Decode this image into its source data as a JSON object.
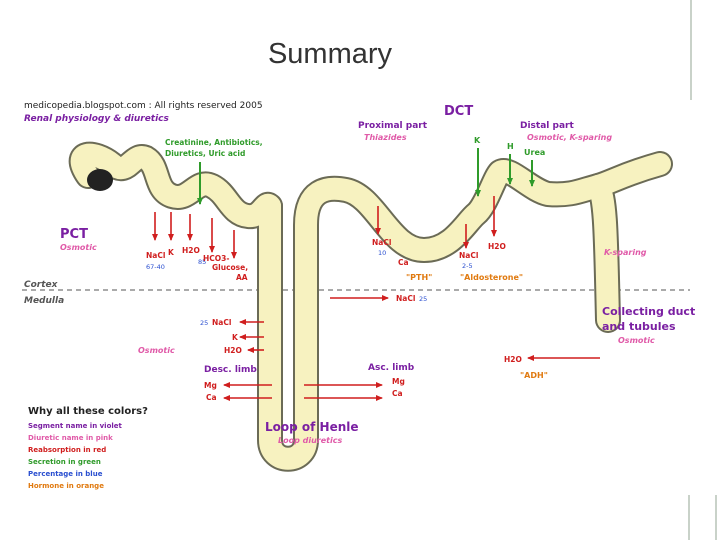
{
  "slide": {
    "title": "Summary"
  },
  "header": {
    "source": "medicopedia.blogspot.com  :  All rights reserved 2005",
    "subject": "Renal physiology & diuretics"
  },
  "regions": {
    "cortex": "Cortex",
    "medulla": "Medulla"
  },
  "segments": {
    "pct": "PCT",
    "dct": "DCT",
    "proximal_part": "Proximal part",
    "distal_part": "Distal part",
    "collecting_duct_line1": "Collecting duct",
    "collecting_duct_line2": "and tubules",
    "desc_limb": "Desc. limb",
    "asc_limb": "Asc. limb",
    "loop_of_henle": "Loop of Henle"
  },
  "diuretics": {
    "pct": "Osmotic",
    "proximal_dct": "Thiazides",
    "distal_dct": "Osmotic, K-sparing",
    "k_sparing": "K-sparing",
    "collecting": "Osmotic",
    "medulla": "Osmotic",
    "loop": "Loop diuretics"
  },
  "reabsorption": {
    "pct_nacl": "NaCl",
    "pct_k": "K",
    "pct_h2o": "H2O",
    "pct_hco3": "HCO3-",
    "pct_glucose": "Glucose,",
    "pct_aa": "AA",
    "dct_nacl_1": "NaCl",
    "dct_ca": "Ca",
    "dct_h2o": "H2O",
    "dct_nacl_2": "NaCl",
    "medulla_nacl": "NaCl",
    "desc_nacl": "NaCl",
    "desc_k": "K",
    "desc_h2o": "H2O",
    "desc_mg": "Mg",
    "desc_ca": "Ca",
    "asc_mg": "Mg",
    "asc_ca": "Ca",
    "collect_h2o": "H2O"
  },
  "secretion": {
    "pct": "Creatinine, Antibiotics,",
    "pct_line2": "Diuretics, Uric acid",
    "dct_k": "K",
    "dct_h": "H",
    "dct_urea": "Urea"
  },
  "percentages": {
    "pct_nacl": "67-40",
    "pct_h2o": "85",
    "dct_nacl_1": "10",
    "dct_nacl_2": "2-5",
    "medulla_nacl": "25",
    "desc_nacl": "25"
  },
  "hormones": {
    "pth": "\"PTH\"",
    "aldosterone": "\"Aldosterone\"",
    "adh": "\"ADH\""
  },
  "legend": {
    "title": "Why all these colors?",
    "items": [
      {
        "text": "Segment name in violet",
        "color": "#7a1fa2"
      },
      {
        "text": "Diuretic name in pink",
        "color": "#e05aa8"
      },
      {
        "text": "Reabsorption in red",
        "color": "#d01e1e"
      },
      {
        "text": "Secretion in green",
        "color": "#2f9b2a"
      },
      {
        "text": "Percentage in blue",
        "color": "#2a4fd0"
      },
      {
        "text": "Hormone in orange",
        "color": "#e07a10"
      }
    ]
  },
  "colors": {
    "violet": "#7a1fa2",
    "pink": "#e05aa8",
    "red": "#d01e1e",
    "green": "#2f9b2a",
    "blue": "#2a4fd0",
    "orange": "#e07a10",
    "tubule": "#f7f2c0",
    "tubule_outline": "#6b6b56"
  }
}
